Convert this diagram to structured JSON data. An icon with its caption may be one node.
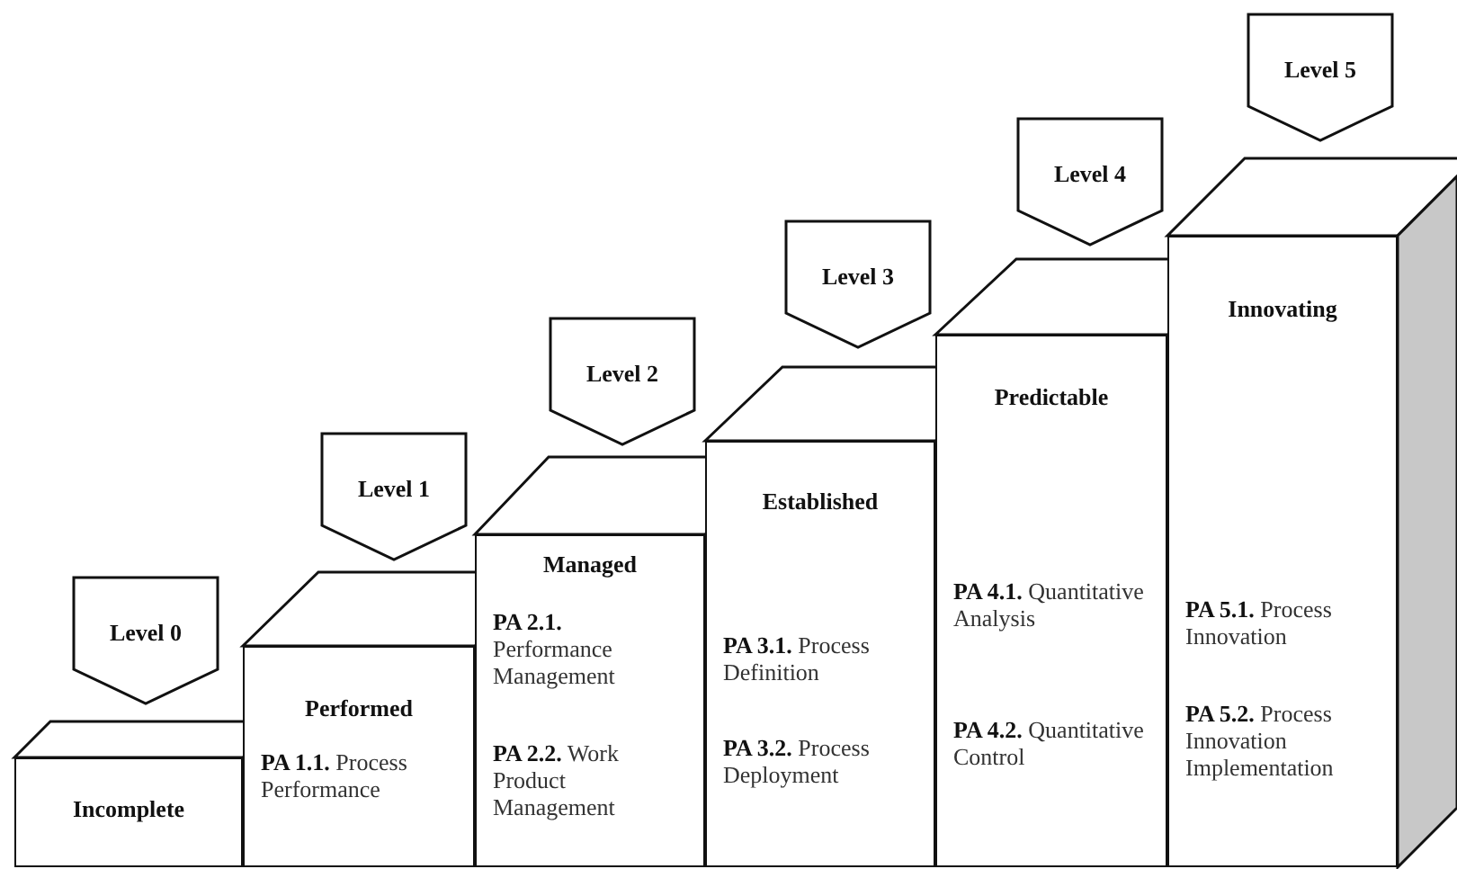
{
  "diagram": {
    "nodes": [
      {
        "text": [
          "Level 0"
        ]
      },
      {
        "text": [
          "Incomplete"
        ]
      },
      {
        "text": [
          "Level 1"
        ]
      },
      {
        "text": [
          "Performed",
          "**PA 1.1.** Process Performance"
        ]
      },
      {
        "text": [
          "Level 2"
        ]
      },
      {
        "text": [
          "Managed",
          "**PA 2.1.** Performance Management",
          "**PA 2.2.** Work Product Management"
        ]
      },
      {
        "text": [
          "Level 3"
        ]
      },
      {
        "text": [
          "Established",
          "**PA 3.1.** Process Definition",
          "**PA 3.2.** Process Deployment"
        ]
      },
      {
        "text": [
          "Level 4"
        ]
      },
      {
        "text": [
          "Predictable",
          "**PA 4.1.** Quantitative Analysis",
          "**PA 4.2.** Quantitative Control"
        ]
      },
      {
        "text": [
          "Level 5"
        ]
      },
      {
        "text": [
          "Innovating",
          "**PA 5.1.** Process Innovation",
          "**PA 5.2.** Process Innovation Implementation"
        ]
      }
    ]
  }
}
